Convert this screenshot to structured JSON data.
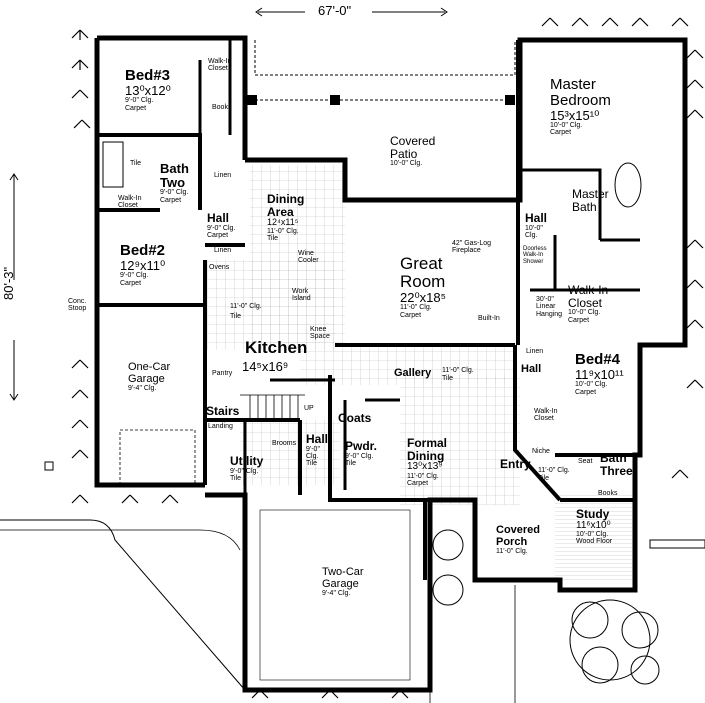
{
  "dimensions": {
    "width": "67'-0\"",
    "depth": "80'-3\""
  },
  "rooms": {
    "bed3": {
      "name": "Bed#3",
      "size": "13⁰x12⁰",
      "ceiling": "9'-0\" Clg.",
      "floor": "Carpet"
    },
    "bed3_closet": {
      "name": "Walk-In Closet"
    },
    "bed3_books": {
      "name": "Books"
    },
    "bath_two": {
      "name": "Bath Two",
      "ceiling": "9'-0\" Clg.",
      "floor": "Carpet",
      "tile": "Tile",
      "linen": "Linen"
    },
    "bed2_closet": {
      "name": "Walk-In Closet"
    },
    "hall_left": {
      "name": "Hall",
      "ceiling": "9'-0\" Clg.",
      "floor": "Carpet",
      "linen": "Linen"
    },
    "bed2": {
      "name": "Bed#2",
      "size": "12⁹x11⁰",
      "ceiling": "9'-0\" Clg.",
      "floor": "Carpet"
    },
    "dining_area": {
      "name": "Dining Area",
      "size": "12⁴x11⁵",
      "ceiling": "11'-0\" Clg.",
      "floor": "Tile",
      "wine": "Wine Cooler",
      "ovens": "Ovens"
    },
    "kitchen": {
      "name": "Kitchen",
      "size": "14⁵x16⁹",
      "ceiling": "11'-0\" Clg.",
      "floor": "Tile",
      "island": "Work Island",
      "knee": "Knee Space",
      "pantry": "Pantry"
    },
    "covered_patio": {
      "name": "Covered Patio",
      "ceiling": "10'-0\" Clg."
    },
    "master_bedroom": {
      "name": "Master Bedroom",
      "size": "15³x15¹⁰",
      "ceiling": "10'-0\" Clg.",
      "floor": "Carpet"
    },
    "master_bath": {
      "name": "Master Bath"
    },
    "hall_master": {
      "name": "Hall",
      "ceiling": "10'-0\" Clg."
    },
    "shower": {
      "name": "Doorless Walk-In Shower"
    },
    "fireplace": {
      "name": "42\" Gas-Log Fireplace"
    },
    "great_room": {
      "name": "Great Room",
      "size": "22⁰x18⁵",
      "ceiling": "11'-0\" Clg.",
      "floor": "Carpet",
      "builtin": "Built-In"
    },
    "master_closet": {
      "name": "Walk-In Closet",
      "ceiling": "10'-0\" Clg.",
      "floor": "Carpet",
      "hanging": "30'-0\" Linear Hanging"
    },
    "stoop": {
      "name": "Conc. Stoop"
    },
    "one_car_garage": {
      "name": "One-Car Garage",
      "ceiling": "9'-4\" Clg."
    },
    "stairs": {
      "name": "Stairs",
      "landing": "Landing",
      "up": "UP"
    },
    "gallery": {
      "name": "Gallery",
      "ceiling": "11'-0\" Clg.",
      "floor": "Tile"
    },
    "linen_right": {
      "name": "Linen"
    },
    "hall_right": {
      "name": "Hall"
    },
    "bed4": {
      "name": "Bed#4",
      "size": "11⁹x10¹¹",
      "ceiling": "10'-0\" Clg.",
      "floor": "Carpet",
      "closet": "Walk-In Closet"
    },
    "coats": {
      "name": "Coats"
    },
    "hall_center": {
      "name": "Hall",
      "ceiling": "9'-0\" Clg.",
      "floor": "Tile",
      "brooms": "Brooms"
    },
    "utility": {
      "name": "Utility",
      "ceiling": "9'-0\" Clg.",
      "floor": "Tile"
    },
    "powder": {
      "name": "Pwdr.",
      "ceiling": "9'-0\" Clg.",
      "floor": "Tile"
    },
    "formal_dining": {
      "name": "Formal Dining",
      "size": "13⁰x13⁹",
      "ceiling": "11'-0\" Clg.",
      "floor": "Carpet"
    },
    "entry": {
      "name": "Entry",
      "ceiling": "11'-0\" Clg.",
      "floor": "Tile",
      "niche": "Niche"
    },
    "bath_three": {
      "name": "Bath Three",
      "seat": "Seat"
    },
    "study": {
      "name": "Study",
      "size": "11⁶x10⁰",
      "ceiling": "10'-0\" Clg.",
      "floor": "Wood Floor",
      "books": "Books"
    },
    "covered_porch": {
      "name": "Covered Porch",
      "ceiling": "11'-0\" Clg."
    },
    "two_car_garage": {
      "name": "Two-Car Garage",
      "ceiling": "9'-4\" Clg."
    }
  }
}
